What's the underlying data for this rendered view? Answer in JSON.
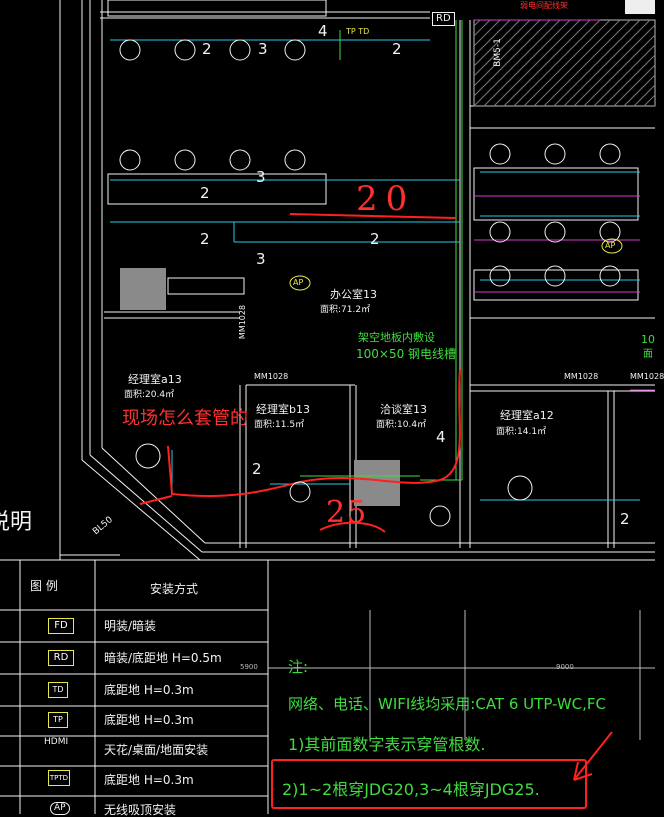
{
  "plan": {
    "rooms": [
      {
        "name": "办公室13",
        "area": "面积:71.2㎡"
      },
      {
        "name": "经理室a13",
        "area": "面积:20.4㎡"
      },
      {
        "name": "经理室b13",
        "area": "面积:11.5㎡"
      },
      {
        "name": "洽谈室13",
        "area": "面积:10.4㎡"
      },
      {
        "name": "经理室a12",
        "area": "面积:14.1㎡"
      },
      {
        "name": "10",
        "area": "面"
      }
    ],
    "door_codes": [
      "MM1028",
      "MM1028",
      "MM1028",
      "MM1028"
    ],
    "device_rd": "RD",
    "device_ap": "AP",
    "device_tp": "TP",
    "device_tptd": "TP TD",
    "riser_label": "BM5-1",
    "wall_label": "BL50",
    "tray_note_1": "架空地板内敷设",
    "tray_note_2": "100×50 钢电线槽",
    "red_note": "现场怎么套管的",
    "red_hand_1": "20",
    "red_hand_2": "25",
    "top_red_tag": "弱电间配线架",
    "cable_counts": [
      "2",
      "3",
      "4",
      "2",
      "3",
      "2",
      "2",
      "3",
      "2",
      "4",
      "2",
      "2"
    ],
    "dim_left": "5900",
    "dim_right": "9000",
    "legend_title_fragment": "说明"
  },
  "legend": {
    "header_symbol": "图 例",
    "header_install": "安装方式",
    "rows": [
      {
        "icon": "FD",
        "text": "明装/暗装"
      },
      {
        "icon": "RD",
        "text": "暗装/底距地 H=0.5m"
      },
      {
        "icon": "TD",
        "text": "底距地 H=0.3m"
      },
      {
        "icon": "TP",
        "text": "底距地 H=0.3m"
      },
      {
        "icon": "HDMI",
        "text": "天花/桌面/地面安装"
      },
      {
        "icon": "TPTD",
        "text": "底距地 H=0.3m"
      },
      {
        "icon": "AP",
        "text": "无线吸顶安装"
      }
    ]
  },
  "notes": {
    "title": "注:",
    "line1": "网络、电话、WIFI线均采用:CAT 6  UTP-WC,FC",
    "line2": "1)其前面数字表示穿管根数.",
    "line3": "2)1~2根穿JDG20,3~4根穿JDG25."
  },
  "colors": {
    "background": "#000000",
    "wall": "#f2f2f2",
    "cable_cyan": "#29c8e6",
    "cable_green": "#3fdc3f",
    "cable_magenta": "#d23cd2",
    "markup_red": "#ff2020",
    "text_yellow": "#e8e84a"
  }
}
